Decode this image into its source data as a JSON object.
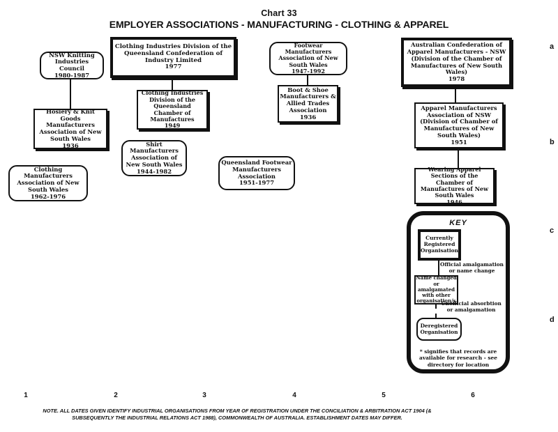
{
  "title": {
    "chart_number": "Chart 33",
    "heading": "EMPLOYER ASSOCIATIONS - MANUFACTURING - CLOTHING & APPAREL"
  },
  "colors": {
    "ink": "#111111",
    "paper": "#ffffff"
  },
  "nodes": [
    {
      "id": "nsw-knitting",
      "type": "deregistered",
      "name": "NSW Knitting Industries Council",
      "date": "1980-1987"
    },
    {
      "id": "hosiery-knit-goods",
      "type": "amalgamated",
      "name": "Hosiery & Knit Goods Manufacturers Association of New South Wales",
      "date": "1936"
    },
    {
      "id": "clothing-manufacturers-nsw",
      "type": "deregistered",
      "name": "Clothing Manufacturers Association of New South Wales",
      "date": "1962-1976"
    },
    {
      "id": "clothing-industries-qld-confederation",
      "type": "registered",
      "name": "Clothing Industries Division of the Queensland Confederation of Industry Limited",
      "date": "1977"
    },
    {
      "id": "clothing-industries-qld-chamber",
      "type": "amalgamated",
      "name": "Clothing Industries Division of the Queensland Chamber of Manufactures",
      "date": "1949"
    },
    {
      "id": "shirt-manufacturers",
      "type": "deregistered",
      "name": "Shirt Manufacturers Association of New South Wales",
      "date": "1944-1982"
    },
    {
      "id": "footwear-manufacturers-nsw",
      "type": "deregistered",
      "name": "Footwear Manufacturers Association of New South Wales",
      "date": "1947-1992"
    },
    {
      "id": "boot-shoe-allied-trades",
      "type": "amalgamated",
      "name": "Boot & Shoe Manufacturers & Allied Trades Association",
      "date": "1936"
    },
    {
      "id": "qld-footwear-manufacturers",
      "type": "deregistered",
      "name": "Queensland Footwear Manufacturers Association",
      "date": "1951-1977"
    },
    {
      "id": "australian-confederation-apparel",
      "type": "registered",
      "name": "Australian Confederation of Apparel Manufacturers - NSW (Division of the Chamber of Manufactures of New South Wales)",
      "date": "1978"
    },
    {
      "id": "apparel-manufacturers-nsw",
      "type": "amalgamated",
      "name": "Apparel Manufacturers Association of NSW (Division of Chamber of Manufactures of New South Wales)",
      "date": "1951"
    },
    {
      "id": "wearing-apparel-sections",
      "type": "amalgamated",
      "name": "Wearing Apparel Sections of the Chamber of Manufactures of New South Wales",
      "date": "1946"
    }
  ],
  "key": {
    "title": "KEY",
    "registered_label": "Currently Registered Organisation",
    "solid_line_label": "Official amalgamation or name change",
    "amalgamated_label": "Name changed or amalgamated with other organisation/s",
    "dashed_line_label": "Unofficial absorbtion or amalgamation",
    "deregistered_label": "Deregistered Organisation",
    "footnote": "* signifies that records are available for research - see directory for location"
  },
  "grid": {
    "column_labels": [
      "1",
      "2",
      "3",
      "4",
      "5",
      "6"
    ],
    "row_labels": [
      "a",
      "b",
      "c",
      "d"
    ]
  },
  "note": {
    "line1": "NOTE. ALL DATES GIVEN IDENTIFY INDUSTRIAL ORGANISATIONS FROM YEAR OF REGISTRATION UNDER THE CONCILIATION & ARBITRATION ACT 1904 (&",
    "line2": "SUBSEQUENTLY THE INDUSTRIAL RELATIONS ACT 1988), COMMONWEALTH OF AUSTRALIA. ESTABLISHMENT DATES MAY DIFFER."
  }
}
